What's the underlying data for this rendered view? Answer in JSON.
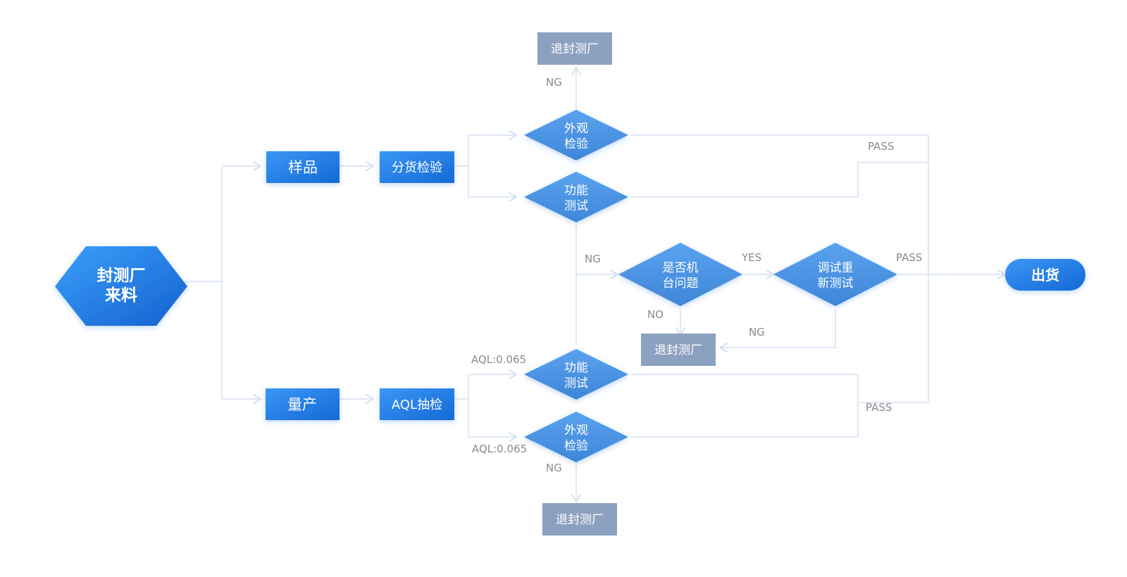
{
  "colors": {
    "primary_blue": "#1f7ee8",
    "decision_blue": "#4a90e2",
    "reject_gray": "#8ca0bf",
    "connector": "#dfe8f6",
    "label_gray": "#8a8a8a"
  },
  "nodes": {
    "start": [
      "封测厂",
      "来料"
    ],
    "sample": "样品",
    "sort_inspect": "分货检验",
    "top_visual": [
      "外观",
      "检验"
    ],
    "top_function": [
      "功能",
      "测试"
    ],
    "machine_issue": [
      "是否机",
      "台问题"
    ],
    "debug_retest": [
      "调试重",
      "新测试"
    ],
    "ship": "出货",
    "return_top": "退封测厂",
    "return_mid": "退封测厂",
    "return_bottom": "退封测厂",
    "mass_production": "量产",
    "aql_sampling": "AQL抽检",
    "bottom_function": [
      "功能",
      "测试"
    ],
    "bottom_visual": [
      "外观",
      "检验"
    ]
  },
  "labels": {
    "ng_top": "NG",
    "pass_top": "PASS",
    "ng_mid": "NG",
    "yes": "YES",
    "pass_mid": "PASS",
    "no": "NO",
    "ng_retest": "NG",
    "aql_top": "AQL:0.065",
    "pass_bottom": "PASS",
    "aql_bottom": "AQL:0.065",
    "ng_bottom": "NG"
  }
}
